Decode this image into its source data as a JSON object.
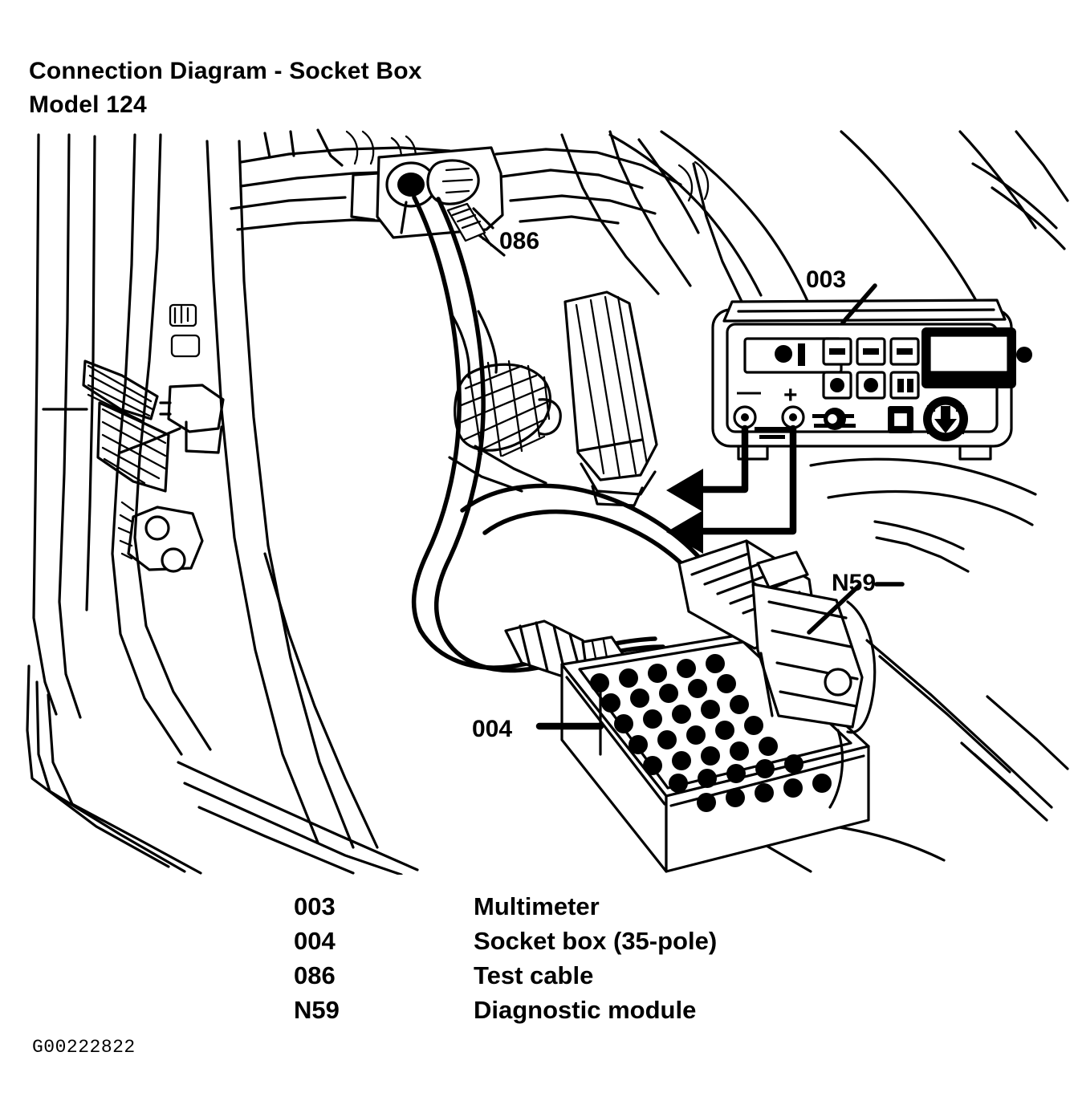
{
  "document": {
    "title_line_1": "Connection Diagram - Socket Box",
    "title_line_2": "Model 124",
    "figure_id": "G00222822"
  },
  "figure": {
    "callouts": [
      {
        "id": "callout-086",
        "text": "086"
      },
      {
        "id": "callout-003",
        "text": "003"
      },
      {
        "id": "callout-n59",
        "text": "N59"
      },
      {
        "id": "callout-004",
        "text": "004"
      }
    ],
    "multimeter": {
      "negative_terminal_label": "—",
      "positive_terminal_label": "+"
    }
  },
  "legend": {
    "rows": [
      {
        "code": "003",
        "description": "Multimeter"
      },
      {
        "code": "004",
        "description": "Socket box (35-pole)"
      },
      {
        "code": "086",
        "description": "Test cable"
      },
      {
        "code": "N59",
        "description": "Diagnostic module"
      }
    ]
  },
  "colors": {
    "ink": "#000000",
    "paper": "#ffffff"
  }
}
